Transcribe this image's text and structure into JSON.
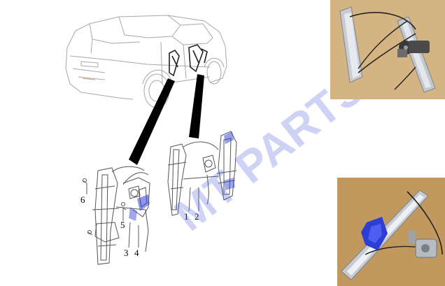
{
  "callouts": {
    "n1": "1",
    "n2": "2",
    "n3": "3",
    "n4": "4",
    "n5": "5",
    "n6": "6"
  },
  "watermark": "MT PARTS",
  "colors": {
    "line": "#9a9a9a",
    "pointer": "#000000",
    "watermark": "#5060e0",
    "photo_top_bg": "#c9a56e",
    "photo_bottom_bg": "#b58a4e",
    "bracket_blue": "#2d3ed6"
  }
}
